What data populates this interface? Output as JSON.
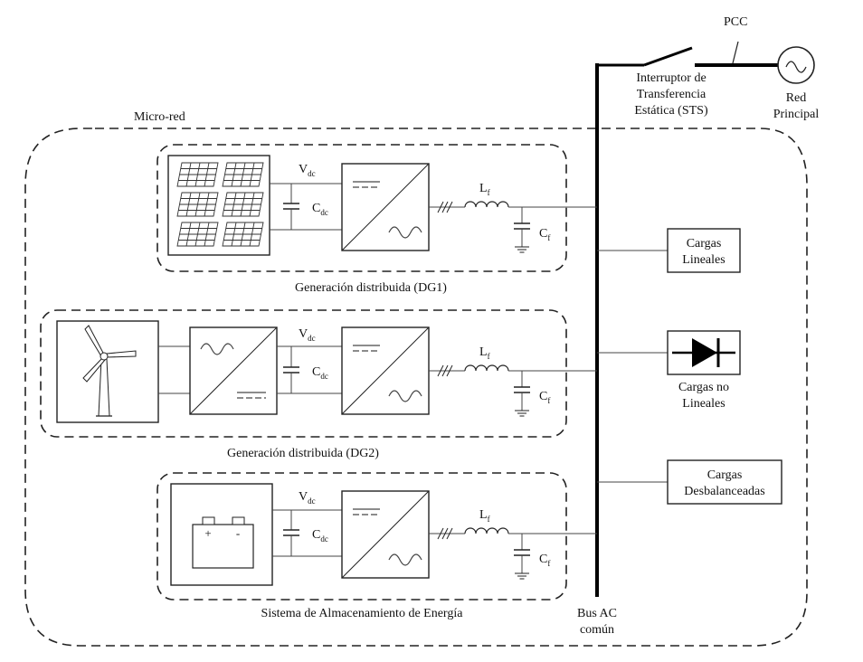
{
  "labels": {
    "pcc": "PCC",
    "sts": [
      "Interruptor de",
      "Transferencia",
      "Estática (STS)"
    ],
    "grid": [
      "Red",
      "Principal"
    ],
    "microgrid": "Micro-red",
    "dg1": "Generación distribuida (DG1)",
    "dg2": "Generación distribuida (DG2)",
    "storage": "Sistema de Almacenamiento de Energía",
    "bus": [
      "Bus AC",
      "común"
    ],
    "vdc_main": "V",
    "vdc_sub": "dc",
    "cdc_main": "C",
    "cdc_sub": "dc",
    "lf_main": "L",
    "lf_sub": "f",
    "cf_main": "C",
    "cf_sub": "f",
    "battery_plus": "+",
    "battery_minus": "-"
  },
  "loads": {
    "linear": [
      "Cargas",
      "Lineales"
    ],
    "nonlinear": [
      "Cargas no",
      "Lineales"
    ],
    "unbalanced": [
      "Cargas",
      "Desbalanceadas"
    ]
  }
}
